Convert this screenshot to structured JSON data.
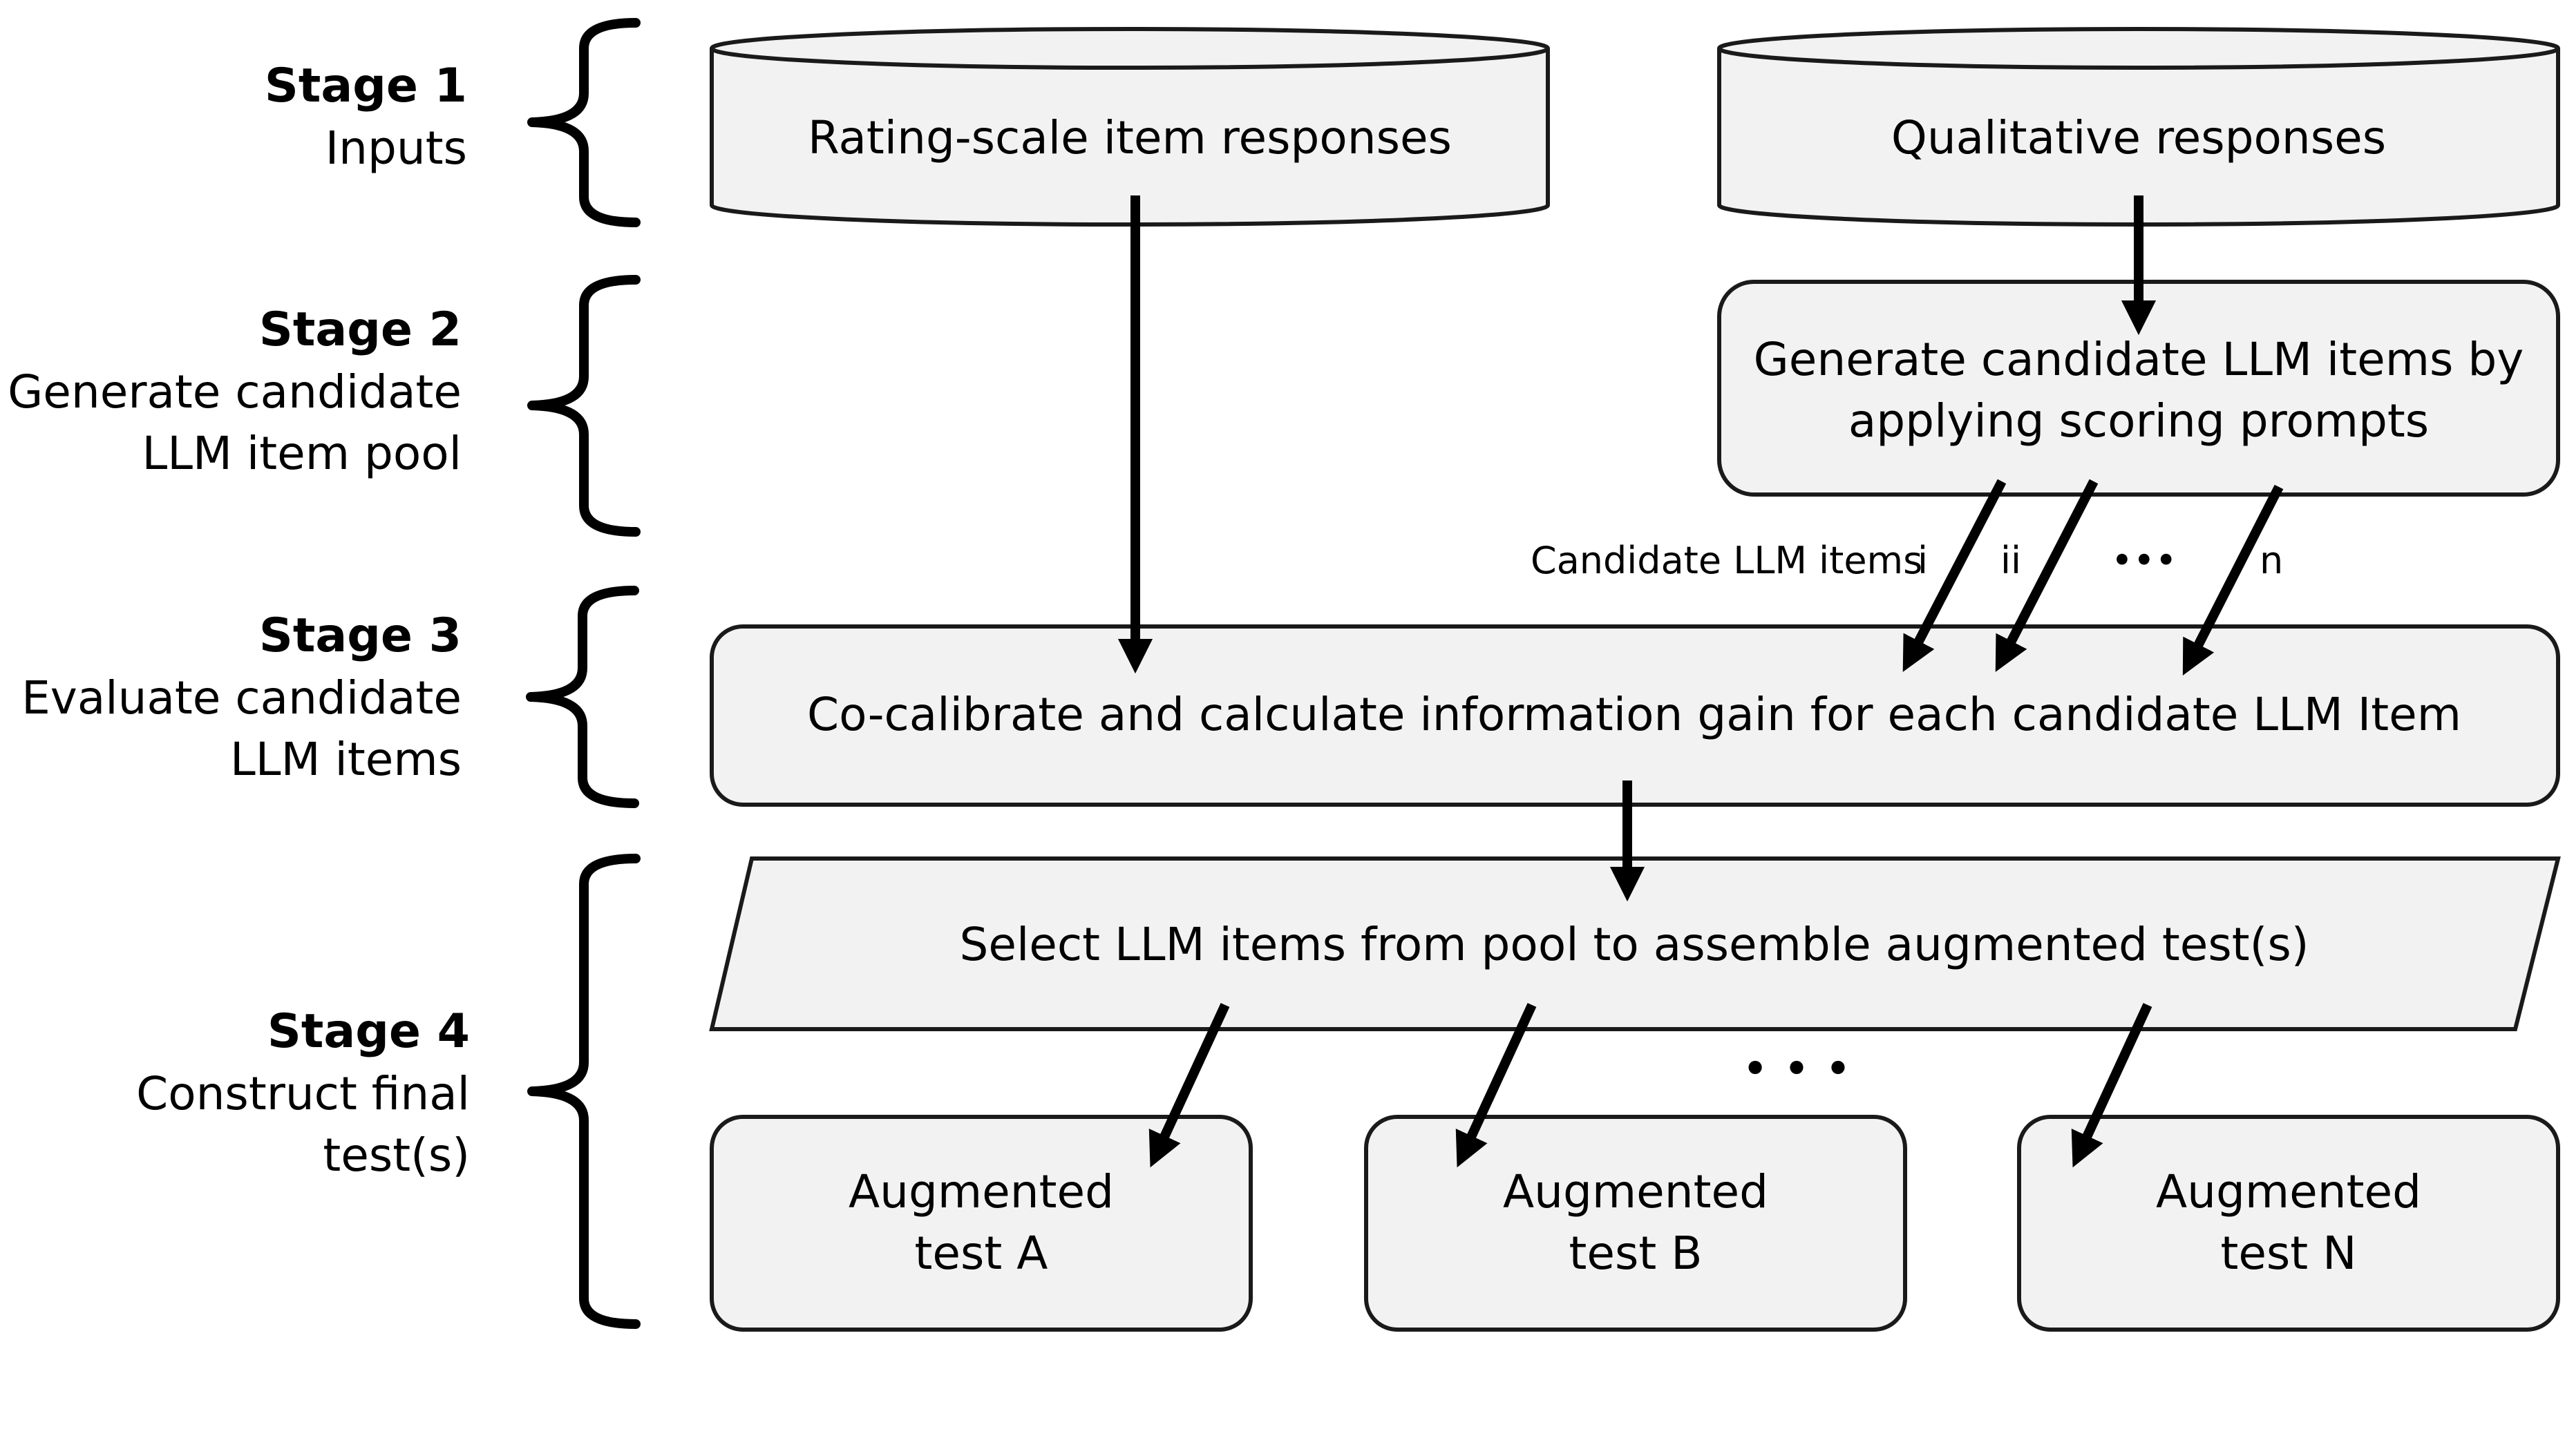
{
  "stages": [
    {
      "title": "Stage 1",
      "lines": [
        "Inputs"
      ]
    },
    {
      "title": "Stage 2",
      "lines": [
        "Generate candidate",
        "LLM item pool"
      ]
    },
    {
      "title": "Stage 3",
      "lines": [
        "Evaluate candidate",
        "LLM items"
      ]
    },
    {
      "title": "Stage 4",
      "lines": [
        "Construct final",
        "test(s)"
      ]
    }
  ],
  "inputs": {
    "rating": "Rating-scale item responses",
    "qualitative": "Qualitative responses"
  },
  "generate": [
    "Generate candidate LLM items by",
    "applying scoring prompts"
  ],
  "candidates": {
    "label": "Candidate LLM items",
    "i": "i",
    "ii": "ii",
    "ellipsis": "•••",
    "n": "n"
  },
  "calibrate": "Co-calibrate and calculate information gain for each candidate LLM Item",
  "select": "Select LLM items from pool to assemble augmented test(s)",
  "tests_ellipsis": "• • •",
  "tests": [
    {
      "line1": "Augmented",
      "line2": "test A"
    },
    {
      "line1": "Augmented",
      "line2": "test B"
    },
    {
      "line1": "Augmented",
      "line2": "test N"
    }
  ]
}
